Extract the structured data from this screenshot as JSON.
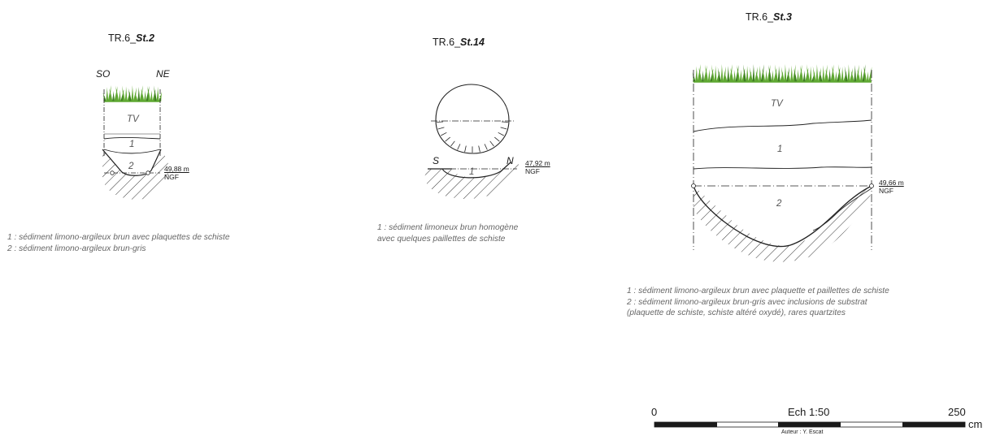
{
  "sections": [
    {
      "id": "st2",
      "title_prefix": "TR.6_",
      "title_bold": "St.2",
      "orientation": [
        "SO",
        "NE"
      ],
      "layers": [
        "TV",
        "1",
        "2"
      ],
      "elevation": {
        "value": "49,88 m",
        "unit": "NGF"
      },
      "legend": [
        "1 : sédiment limono-argileux brun avec plaquettes de schiste",
        "2 : sédiment limono-argileux brun-gris"
      ]
    },
    {
      "id": "st14",
      "title_prefix": "TR.6_",
      "title_bold": "St.14",
      "orientation": [
        "S",
        "N"
      ],
      "layers": [
        "1"
      ],
      "elevation": {
        "value": "47,92 m",
        "unit": "NGF"
      },
      "legend": [
        "1 : sédiment limoneux brun homogène",
        "avec quelques paillettes de schiste"
      ]
    },
    {
      "id": "st3",
      "title_prefix": "TR.6_",
      "title_bold": "St.3",
      "layers": [
        "TV",
        "1",
        "2"
      ],
      "elevation": {
        "value": "49,66 m",
        "unit": "NGF"
      },
      "legend": [
        "1 : sédiment limono-argileux brun avec plaquette et paillettes de schiste",
        "2 : sédiment limono-argileux brun-gris avec inclusions de substrat",
        "(plaquette de schiste, schiste altéré oxydé), rares quartzites"
      ]
    }
  ],
  "scale": {
    "start": "0",
    "label": "Ech 1:50",
    "end": "250",
    "unit": "cm",
    "author": "Auteur : Y. Escat"
  },
  "colors": {
    "grass": "#5fa832",
    "grass_dark": "#3f7f22",
    "line": "#1a1a1a",
    "hatch": "#333333",
    "text_gray": "#666666"
  }
}
